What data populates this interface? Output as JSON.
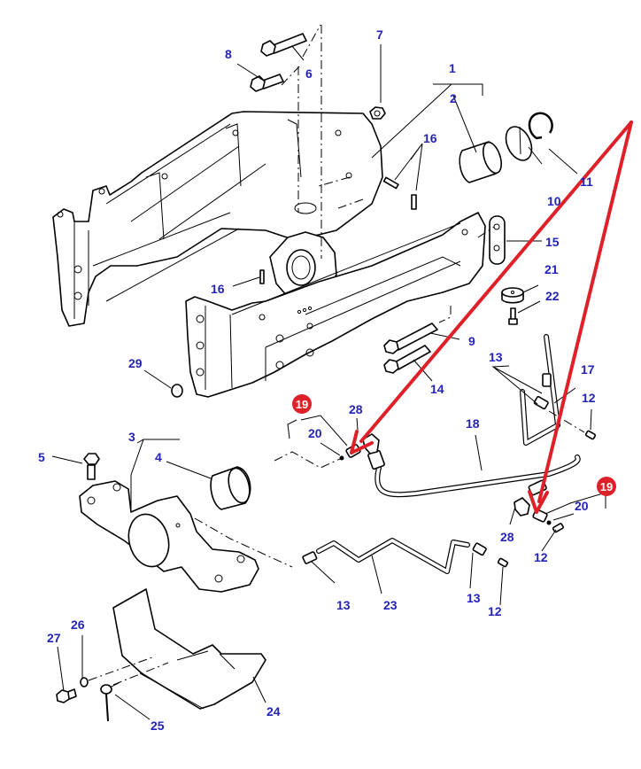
{
  "diagram": {
    "type": "exploded parts diagram",
    "subject": "front axle support / frame assembly with hydraulic pipes",
    "label_color": "#2323b8",
    "highlight_color": "#e02028",
    "callouts": [
      {
        "id": "c1",
        "number": "1",
        "part": "axle support frame assembly"
      },
      {
        "id": "c2",
        "number": "2",
        "part": "bush"
      },
      {
        "id": "c3",
        "number": "3",
        "part": "rear pivot bracket assembly"
      },
      {
        "id": "c4",
        "number": "4",
        "part": "bush"
      },
      {
        "id": "c5",
        "number": "5",
        "part": "flange bolt"
      },
      {
        "id": "c6",
        "number": "6",
        "part": "bolt"
      },
      {
        "id": "c7",
        "number": "7",
        "part": "nut"
      },
      {
        "id": "c8",
        "number": "8",
        "part": "bolt"
      },
      {
        "id": "c9",
        "number": "9",
        "part": "bolt"
      },
      {
        "id": "c10",
        "number": "10",
        "part": "cover plate"
      },
      {
        "id": "c11",
        "number": "11",
        "part": "circlip"
      },
      {
        "id": "c12a",
        "number": "12",
        "part": "plug"
      },
      {
        "id": "c12b",
        "number": "12",
        "part": "plug"
      },
      {
        "id": "c12c",
        "number": "12",
        "part": "plug"
      },
      {
        "id": "c13a",
        "number": "13",
        "part": "union"
      },
      {
        "id": "c13b",
        "number": "13",
        "part": "union"
      },
      {
        "id": "c13c",
        "number": "13",
        "part": "union"
      },
      {
        "id": "c14",
        "number": "14",
        "part": "bolt"
      },
      {
        "id": "c15",
        "number": "15",
        "part": "plate"
      },
      {
        "id": "c16a",
        "number": "16",
        "part": "stud"
      },
      {
        "id": "c16b",
        "number": "16",
        "part": "stud"
      },
      {
        "id": "c17",
        "number": "17",
        "part": "pipe"
      },
      {
        "id": "c18",
        "number": "18",
        "part": "hose"
      },
      {
        "id": "c19a",
        "number": "19",
        "part": "fitting assembly",
        "highlighted": true
      },
      {
        "id": "c19b",
        "number": "19",
        "part": "fitting assembly",
        "highlighted": true
      },
      {
        "id": "c20a",
        "number": "20",
        "part": "seal"
      },
      {
        "id": "c20b",
        "number": "20",
        "part": "seal"
      },
      {
        "id": "c21",
        "number": "21",
        "part": "rubber pad"
      },
      {
        "id": "c22",
        "number": "22",
        "part": "screw"
      },
      {
        "id": "c23",
        "number": "23",
        "part": "pipe"
      },
      {
        "id": "c24",
        "number": "24",
        "part": "guard"
      },
      {
        "id": "c25",
        "number": "25",
        "part": "clip"
      },
      {
        "id": "c26",
        "number": "26",
        "part": "washer"
      },
      {
        "id": "c27",
        "number": "27",
        "part": "bolt"
      },
      {
        "id": "c28a",
        "number": "28",
        "part": "elbow"
      },
      {
        "id": "c28b",
        "number": "28",
        "part": "elbow"
      },
      {
        "id": "c29",
        "number": "29",
        "part": "plug"
      }
    ],
    "annotation": {
      "type": "red arrows",
      "description": "two red arrows from the top-right pointing to the two item-19 fittings",
      "targets": [
        "c19a",
        "c19b"
      ]
    }
  }
}
